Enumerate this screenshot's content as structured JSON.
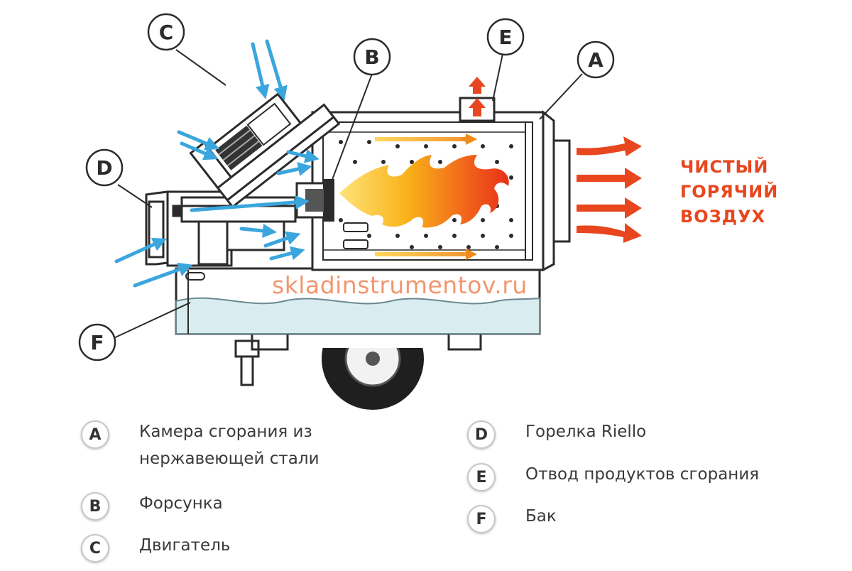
{
  "labels": {
    "a": "A",
    "b": "B",
    "c": "C",
    "d": "D",
    "e": "E",
    "f": "F"
  },
  "hot_air": {
    "line1": "ЧИСТЫЙ",
    "line2": "ГОРЯЧИЙ",
    "line3": "ВОЗДУХ"
  },
  "watermark": "skladinstrumentov.ru",
  "legend": [
    {
      "letter": "A",
      "line1": "Камера сгорания из",
      "line2": "нержавеющей стали"
    },
    {
      "letter": "B",
      "line1": "Форсунка",
      "line2": ""
    },
    {
      "letter": "C",
      "line1": "Двигатель",
      "line2": ""
    },
    {
      "letter": "D",
      "line1": "Горелка Riello",
      "line2": ""
    },
    {
      "letter": "E",
      "line1": "Отвод продуктов сгорания",
      "line2": ""
    },
    {
      "letter": "F",
      "line1": "Бак",
      "line2": ""
    }
  ],
  "colors": {
    "hot_air_arrow": "#e8461e",
    "intake_arrow": "#3aa6dd",
    "tank_fill": "#d9ecef",
    "frame": "#2b2b2b"
  }
}
